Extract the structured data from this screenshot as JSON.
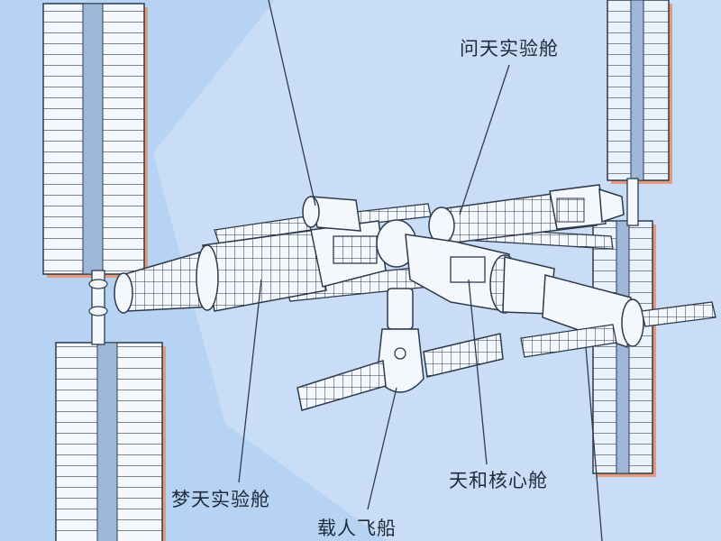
{
  "labels": {
    "wentian": "问天实验舱",
    "mengtian": "梦天实验舱",
    "tianhe": "天和核心舱",
    "crew_ship": "载人飞船"
  },
  "colors": {
    "background": "#b7d3f3",
    "light_panel": "#c9def6",
    "line": "#2d3a4d",
    "module_fill": "#f4f8fc",
    "panel_shadow": "#e59a7e"
  }
}
